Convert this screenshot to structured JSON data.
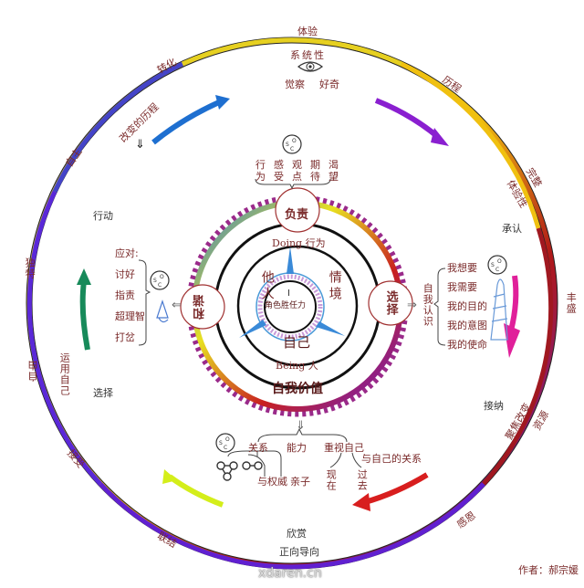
{
  "outer_ring": {
    "labels": {
      "top": "体验",
      "top_left": "转化",
      "left_upper": "自主",
      "left_mid": "独特",
      "left_lower": "自由",
      "bottom_left": "接受",
      "bottom_left2": "联结",
      "bottom_right": "感恩",
      "right_lower_outer": "资源",
      "right_lower_inner": "聚焦改变",
      "right_mid": "丰盛",
      "right_upper_outer": "完整",
      "right_upper_inner": "体验性",
      "top_right": "历程"
    }
  },
  "inner_annotations": {
    "change_process": "改变的历程",
    "action": "行动",
    "acknowledge": "承认",
    "accept": "接纳",
    "choose": "选择",
    "use_self": "运用自己",
    "appreciate": "欣赏",
    "positive_orientation": "正向导向"
  },
  "top_section": {
    "systemic": "系统性",
    "awareness": "觉察",
    "curiosity": "好奇",
    "iceberg_cols": [
      {
        "top": "行",
        "bottom": "为"
      },
      {
        "top": "感",
        "bottom": "受"
      },
      {
        "top": "观",
        "bottom": "点"
      },
      {
        "top": "期",
        "bottom": "待"
      },
      {
        "top": "渴",
        "bottom": "望"
      }
    ],
    "soc_letters": [
      "S",
      "O",
      "C"
    ]
  },
  "center": {
    "responsibility": "负责",
    "harmony": "和谐",
    "choice": "选择",
    "doing": "Doing 行为",
    "being": "Being 人",
    "others": "他人",
    "context": "情境",
    "self": "自己",
    "i_mark": "I",
    "role_competence": "角色胜任力",
    "self_worth": "自我价值"
  },
  "left_section": {
    "coping_title": "应对:",
    "coping_items": [
      "讨好",
      "指责",
      "超理智",
      "打岔"
    ]
  },
  "right_section": {
    "self_awareness": "自我认识",
    "items": [
      "我想要",
      "我需要",
      "我的目的",
      "我的意图",
      "我的使命"
    ]
  },
  "bottom_section": {
    "relationship": "关系",
    "ability": "能力",
    "value_self": "重视自己",
    "relation_with_self": "与自己的关系",
    "with_authority": "与权威",
    "parent_child": "亲子",
    "present": "现在",
    "past": "过去"
  },
  "arrows": {
    "colors": {
      "top_left": "#1e6fd0",
      "top_right": "#8a1fd0",
      "right": "#e0209a",
      "bottom_right": "#d81e1e",
      "bottom_left": "#d4ee1a",
      "left": "#178a5a"
    }
  },
  "footer": {
    "author": "作者：郝宗媛",
    "watermark": "xdaren.cn"
  }
}
